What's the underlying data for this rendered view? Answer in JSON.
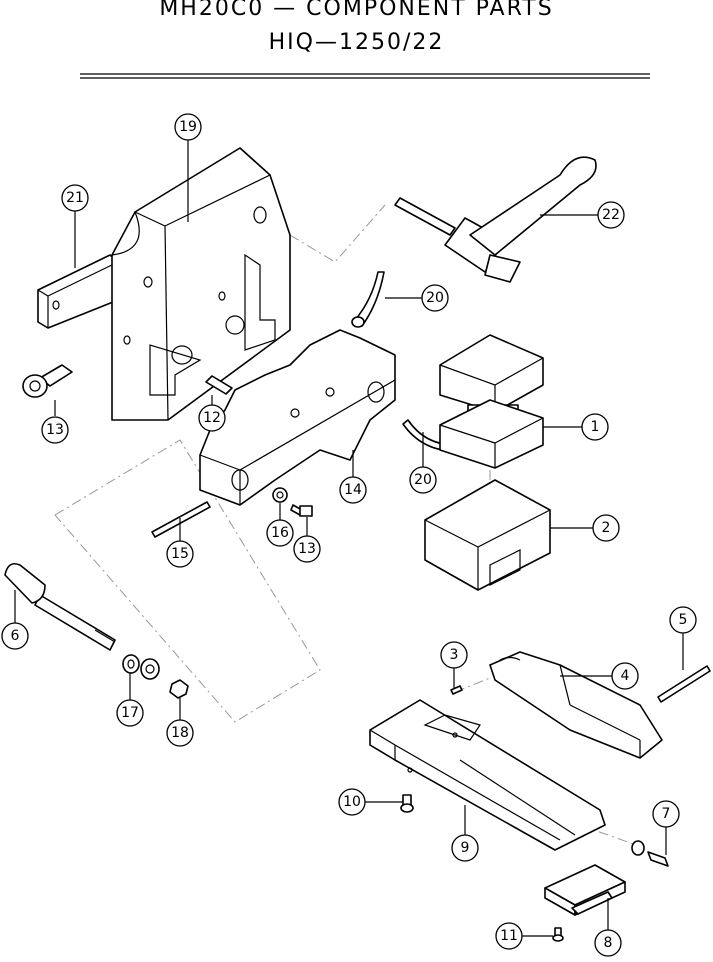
{
  "header": {
    "title": "MH20C0 — COMPONENT PARTS",
    "subtitle": "HIQ—1250/22"
  },
  "callouts": [
    "19",
    "21",
    "22",
    "20",
    "1",
    "13",
    "12",
    "14",
    "20",
    "2",
    "15",
    "16",
    "13",
    "6",
    "17",
    "18",
    "5",
    "3",
    "4",
    "10",
    "9",
    "7",
    "11",
    "8"
  ]
}
